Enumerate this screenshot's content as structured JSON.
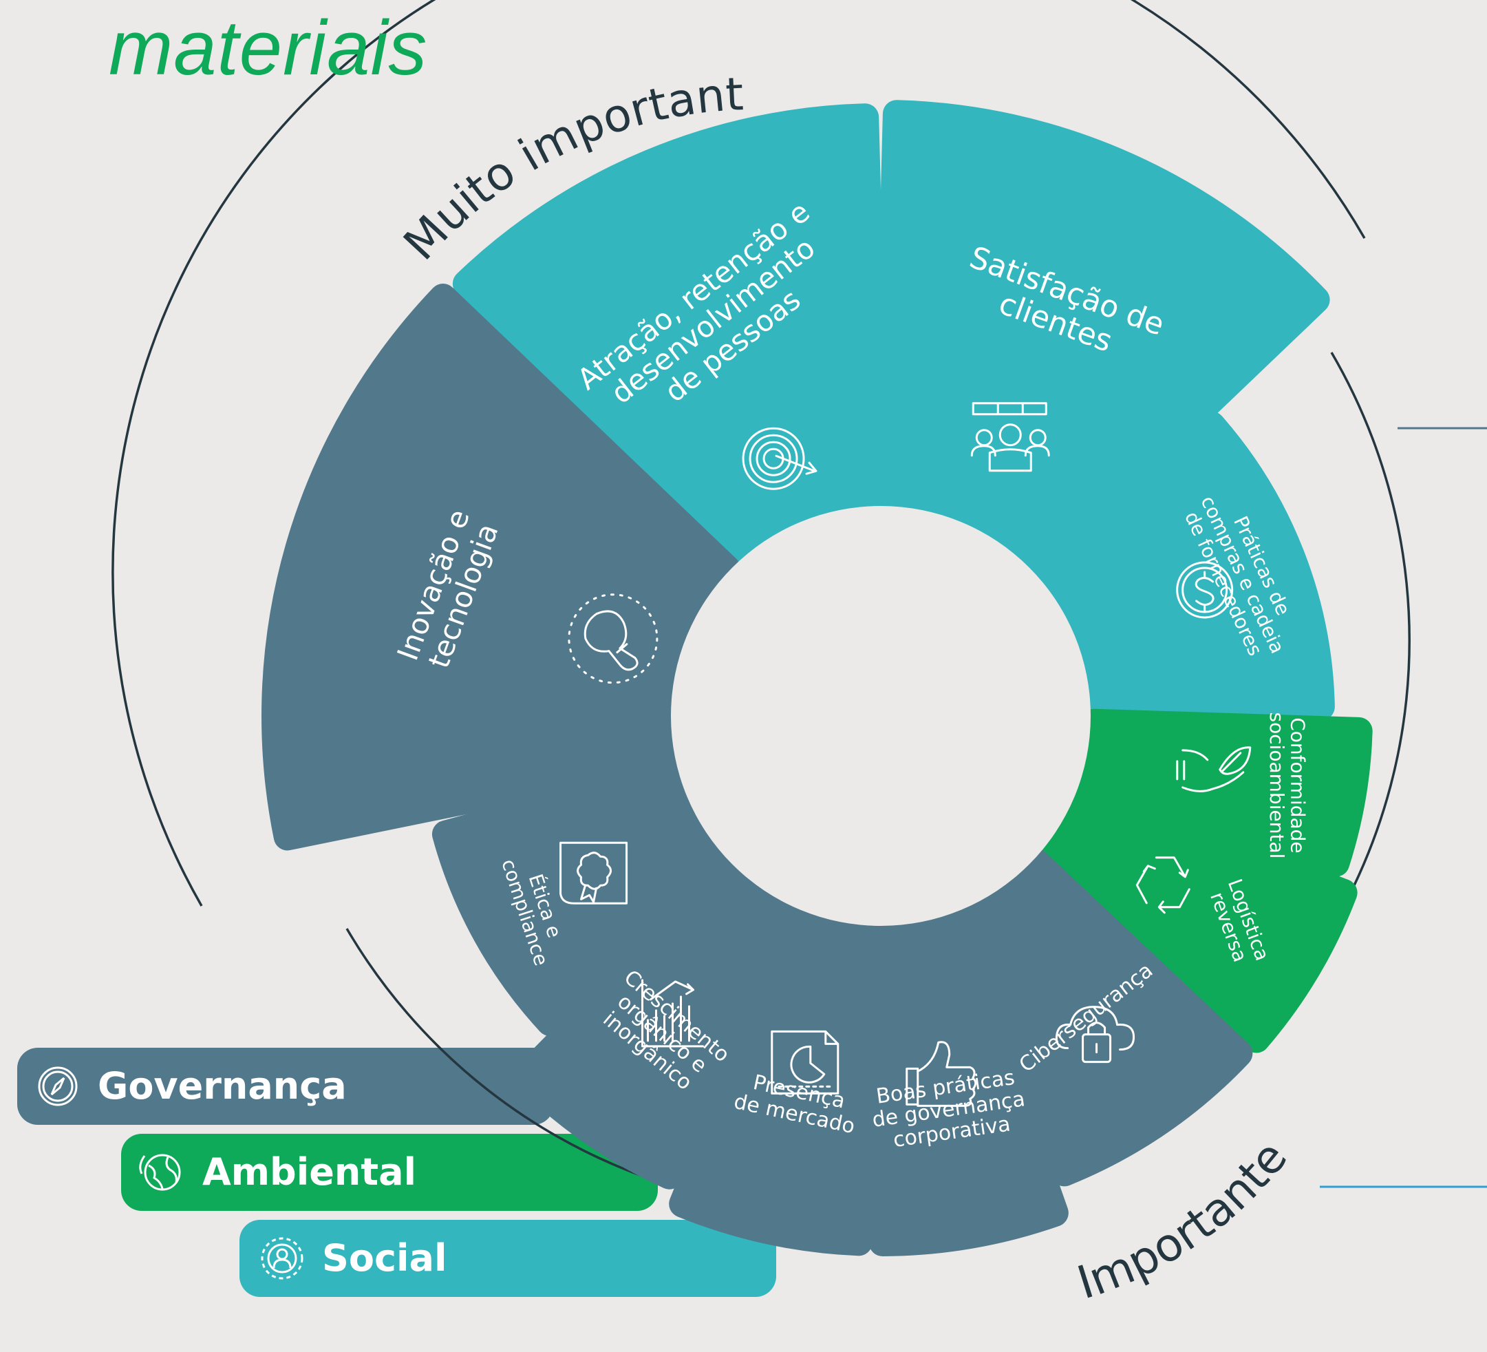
{
  "title": "materiais",
  "rings": {
    "outer_label": "Muito importante",
    "inner_label": "Importante"
  },
  "colors": {
    "governanca": "#52788b",
    "ambiental": "#0fa95a",
    "social": "#33b6bd",
    "line_dark": "#24363f",
    "line_blue": "#2e9fd3",
    "background": "#eceae8"
  },
  "legend": [
    {
      "label": "Governança",
      "category": "governanca",
      "icon": "compass-icon"
    },
    {
      "label": "Ambiental",
      "category": "ambiental",
      "icon": "globe-leaf-icon"
    },
    {
      "label": "Social",
      "category": "social",
      "icon": "person-gear-icon"
    }
  ],
  "topics": [
    {
      "lines": [
        "Atração, retenção e",
        "desenvolvimento",
        "de pessoas"
      ],
      "category": "social",
      "icon": "target-icon"
    },
    {
      "lines": [
        "Satisfação de",
        "clientes"
      ],
      "category": "social",
      "icon": "customers-icon"
    },
    {
      "lines": [
        "Práticas de",
        "compras e cadeia",
        "de fornecedores"
      ],
      "category": "social",
      "icon": "dollar-icon"
    },
    {
      "lines": [
        "Conformidade",
        "socioambiental"
      ],
      "category": "ambiental",
      "icon": "hands-leaf-icon"
    },
    {
      "lines": [
        "Logística",
        "reversa"
      ],
      "category": "ambiental",
      "icon": "recycle-icon"
    },
    {
      "lines": [
        "Cibersegurança"
      ],
      "category": "governanca",
      "icon": "cloud-lock-icon"
    },
    {
      "lines": [
        "Boas práticas",
        "de governança",
        "corporativa"
      ],
      "category": "governanca",
      "icon": "thumbs-up-icon"
    },
    {
      "lines": [
        "Presença",
        "de mercado"
      ],
      "category": "governanca",
      "icon": "chart-document-icon"
    },
    {
      "lines": [
        "Crescimento",
        "orgânico e",
        "inorgânico"
      ],
      "category": "governanca",
      "icon": "growth-chart-icon"
    },
    {
      "lines": [
        "Ética e",
        "compliance"
      ],
      "category": "governanca",
      "icon": "certificate-icon"
    },
    {
      "lines": [
        "Inovação e",
        "tecnologia"
      ],
      "category": "governanca",
      "icon": "lightbulb-icon"
    }
  ]
}
